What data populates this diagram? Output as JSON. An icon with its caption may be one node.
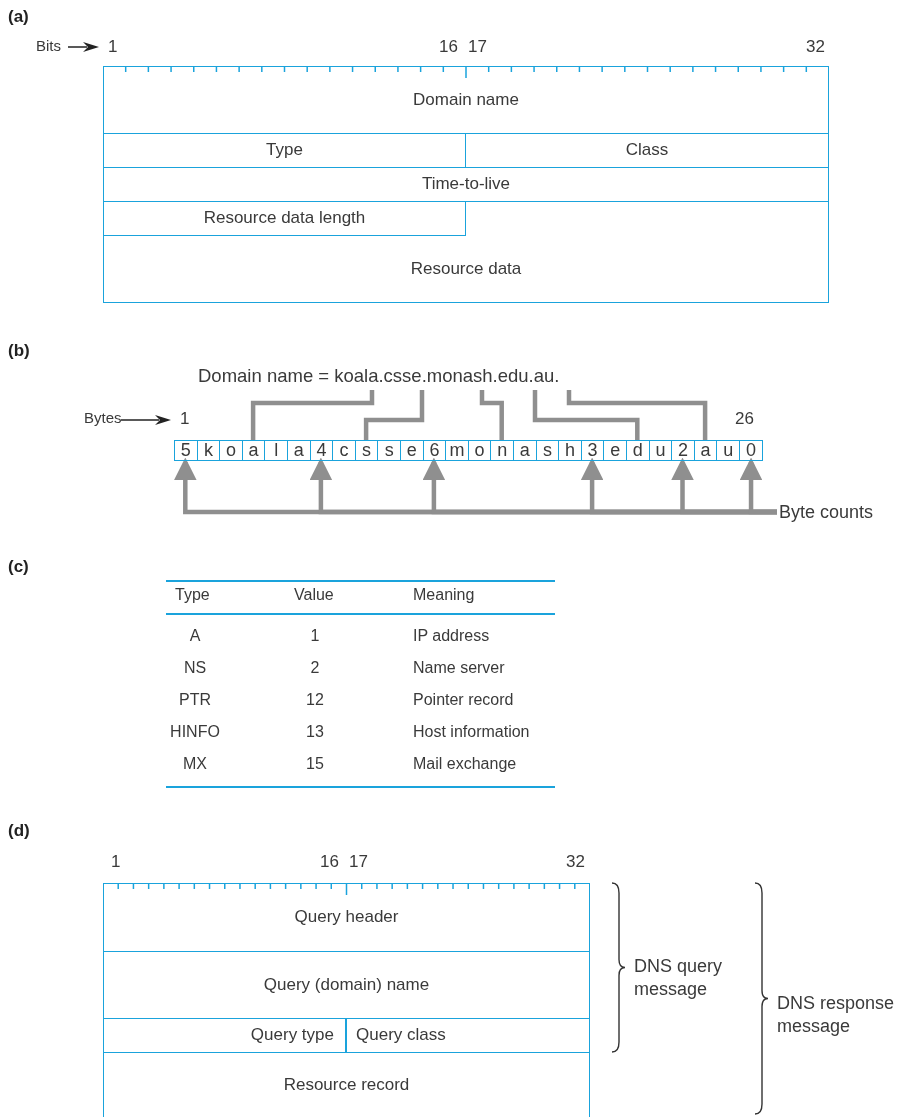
{
  "diagram": {
    "nodes": [
      {
        "text": [
          "Domain name"
        ]
      },
      {
        "text": [
          "Type"
        ]
      },
      {
        "text": [
          "Class"
        ]
      },
      {
        "text": [
          "Time-to-live"
        ]
      },
      {
        "text": [
          "Resource data length"
        ]
      },
      {
        "text": [
          "Resource data"
        ]
      },
      {
        "text": [
          "Domain name = koala.csse.monash.edu.au."
        ]
      },
      {
        "text": [
          "5"
        ]
      },
      {
        "text": [
          "k"
        ]
      },
      {
        "text": [
          "o"
        ]
      },
      {
        "text": [
          "a"
        ]
      },
      {
        "text": [
          "l"
        ]
      },
      {
        "text": [
          "a"
        ]
      },
      {
        "text": [
          "4"
        ]
      },
      {
        "text": [
          "c"
        ]
      },
      {
        "text": [
          "s"
        ]
      },
      {
        "text": [
          "s"
        ]
      },
      {
        "text": [
          "e"
        ]
      },
      {
        "text": [
          "6"
        ]
      },
      {
        "text": [
          "m"
        ]
      },
      {
        "text": [
          "o"
        ]
      },
      {
        "text": [
          "n"
        ]
      },
      {
        "text": [
          "a"
        ]
      },
      {
        "text": [
          "s"
        ]
      },
      {
        "text": [
          "h"
        ]
      },
      {
        "text": [
          "3"
        ]
      },
      {
        "text": [
          "e"
        ]
      },
      {
        "text": [
          "d"
        ]
      },
      {
        "text": [
          "u"
        ]
      },
      {
        "text": [
          "2"
        ]
      },
      {
        "text": [
          "a"
        ]
      },
      {
        "text": [
          "u"
        ]
      },
      {
        "text": [
          "0"
        ]
      },
      {
        "text": [
          "Byte counts"
        ]
      },
      {
        "text": [
          "Query header"
        ]
      },
      {
        "text": [
          "Query (domain) name"
        ]
      },
      {
        "text": [
          "Query type"
        ]
      },
      {
        "text": [
          "Query class"
        ]
      },
      {
        "text": [
          "Resource record"
        ]
      }
    ],
    "edges": [
      {
        "from": 6,
        "to": 10,
        "arrow": "none"
      },
      {
        "from": 6,
        "to": 15,
        "arrow": "none"
      },
      {
        "from": 6,
        "to": 21,
        "arrow": "none"
      },
      {
        "from": 6,
        "to": 27,
        "arrow": "none"
      },
      {
        "from": 6,
        "to": 30,
        "arrow": "none"
      },
      {
        "from": 33,
        "to": 7,
        "arrow": "to"
      },
      {
        "from": 33,
        "to": 13,
        "arrow": "to"
      },
      {
        "from": 33,
        "to": 18,
        "arrow": "to"
      },
      {
        "from": 33,
        "to": 25,
        "arrow": "to"
      },
      {
        "from": 33,
        "to": 29,
        "arrow": "to"
      },
      {
        "from": 33,
        "to": 32,
        "arrow": "to"
      }
    ],
    "labels": [
      "(a)",
      "Bits",
      "1",
      "16",
      "17",
      "32",
      "(b)",
      "Bytes",
      "1",
      "26",
      "(c)",
      "Type",
      "Value",
      "Meaning",
      "A",
      "1",
      "IP address",
      "NS",
      "2",
      "Name server",
      "PTR",
      "12",
      "Pointer record",
      "HINFO",
      "13",
      "Host information",
      "MX",
      "15",
      "Mail exchange",
      "(d)",
      "1",
      "16",
      "17",
      "32",
      "DNS query message",
      "DNS response message"
    ]
  }
}
